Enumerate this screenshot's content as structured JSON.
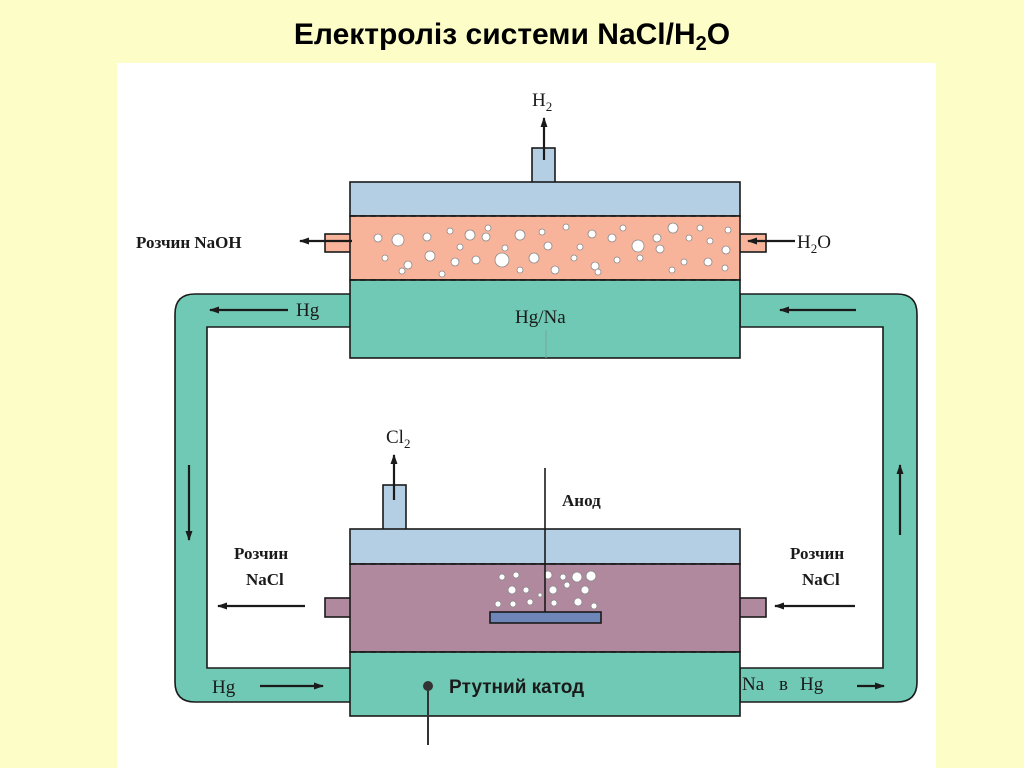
{
  "title": {
    "main": "Електроліз системи NaCl/H",
    "sub": "2",
    "tail": "O"
  },
  "top_cell": {
    "gas_out": {
      "base": "H",
      "sub": "2"
    },
    "left_out": "Розчин NaOH",
    "right_in": {
      "base": "H",
      "sub": "2",
      "tail": "O"
    },
    "amalgam": "Hg/Na",
    "left_hg": "Hg"
  },
  "bottom_cell": {
    "gas_out": {
      "base": "Cl",
      "sub": "2"
    },
    "anode": "Анод",
    "left_out_line1": "Розчин",
    "left_out_line2": "NaCl",
    "right_in_line1": "Розчин",
    "right_in_line2": "NaCl",
    "cathode": "Ртутний катод",
    "left_hg": "Hg",
    "right_na": "Na",
    "right_v": "в",
    "right_hg": "Hg"
  },
  "colors": {
    "background": "#fdfdc8",
    "gas_layer": "#b4cfe3",
    "naoh_layer": "#f7b49b",
    "brine_layer": "#b0899f",
    "mercury": "#70c9b5",
    "anode_plate": "#6e87b8"
  }
}
